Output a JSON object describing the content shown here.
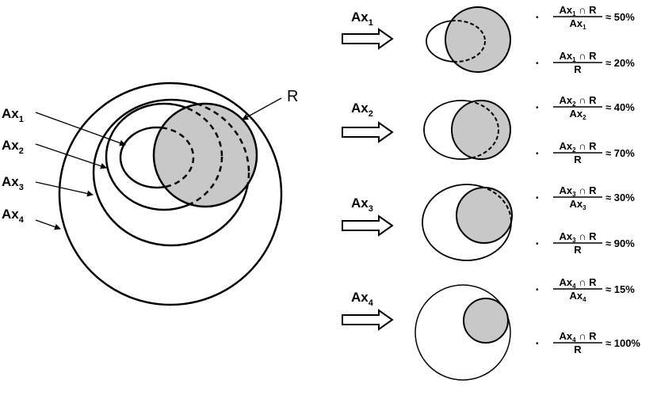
{
  "colors": {
    "stroke": "#000000",
    "fill_R": "#c8c8c8",
    "background": "#ffffff"
  },
  "main_diagram": {
    "labels": [
      {
        "base": "Ax",
        "sub": "1"
      },
      {
        "base": "Ax",
        "sub": "2"
      },
      {
        "base": "Ax",
        "sub": "3"
      },
      {
        "base": "Ax",
        "sub": "4"
      }
    ],
    "r_label": "R"
  },
  "rows": [
    {
      "base": "Ax",
      "sub": "1",
      "ratio_ax": {
        "num_base": "Ax",
        "num_sub": "1",
        "num_tail": " ∩ R",
        "den_base": "Ax",
        "den_sub": "1",
        "value": "≈ 50%"
      },
      "ratio_r": {
        "num_base": "Ax",
        "num_sub": "1",
        "num_tail": " ∩ R",
        "den_base": "R",
        "den_sub": "",
        "value": "≈ 20%"
      }
    },
    {
      "base": "Ax",
      "sub": "2",
      "ratio_ax": {
        "num_base": "Ax",
        "num_sub": "2",
        "num_tail": " ∩ R",
        "den_base": "Ax",
        "den_sub": "2",
        "value": "≈ 40%"
      },
      "ratio_r": {
        "num_base": "Ax",
        "num_sub": "2",
        "num_tail": " ∩ R",
        "den_base": "R",
        "den_sub": "",
        "value": "≈ 70%"
      }
    },
    {
      "base": "Ax",
      "sub": "3",
      "ratio_ax": {
        "num_base": "Ax",
        "num_sub": "3",
        "num_tail": " ∩ R",
        "den_base": "Ax",
        "den_sub": "3",
        "value": "≈ 30%"
      },
      "ratio_r": {
        "num_base": "Ax",
        "num_sub": "3",
        "num_tail": " ∩ R",
        "den_base": "R",
        "den_sub": "",
        "value": "≈ 90%"
      }
    },
    {
      "base": "Ax",
      "sub": "4",
      "ratio_ax": {
        "num_base": "Ax",
        "num_sub": "4",
        "num_tail": " ∩ R",
        "den_base": "Ax",
        "den_sub": "4",
        "value": "≈ 15%"
      },
      "ratio_r": {
        "num_base": "Ax",
        "num_sub": "4",
        "num_tail": " ∩ R",
        "den_base": "R",
        "den_sub": "",
        "value": "≈ 100%"
      }
    }
  ]
}
